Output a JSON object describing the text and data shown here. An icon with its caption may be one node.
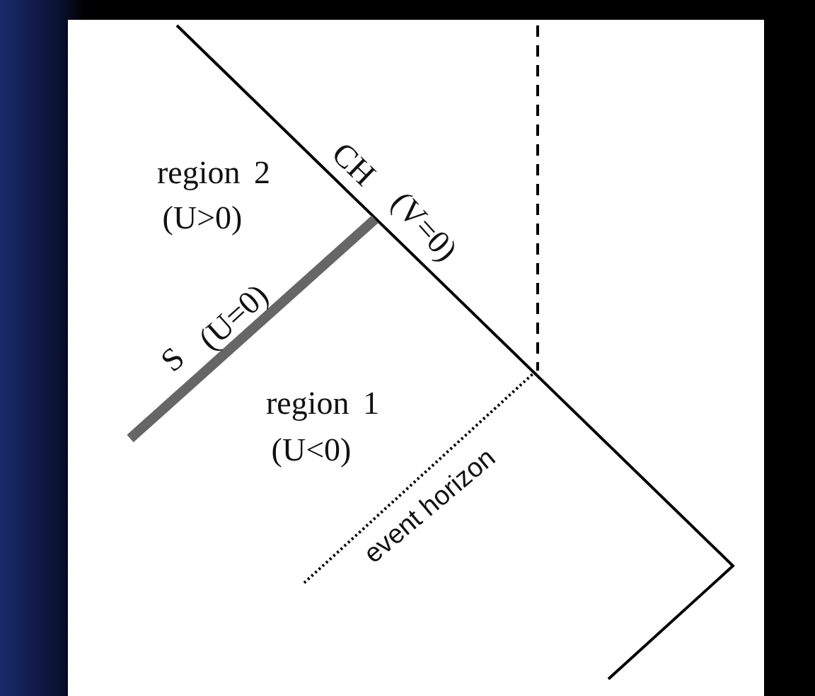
{
  "diagram": {
    "labels": [
      "region 2",
      "(U>0)",
      "CH",
      "(V=0)",
      "S",
      "(U=0)",
      "region 1",
      "(U<0)",
      "event horizon"
    ]
  }
}
